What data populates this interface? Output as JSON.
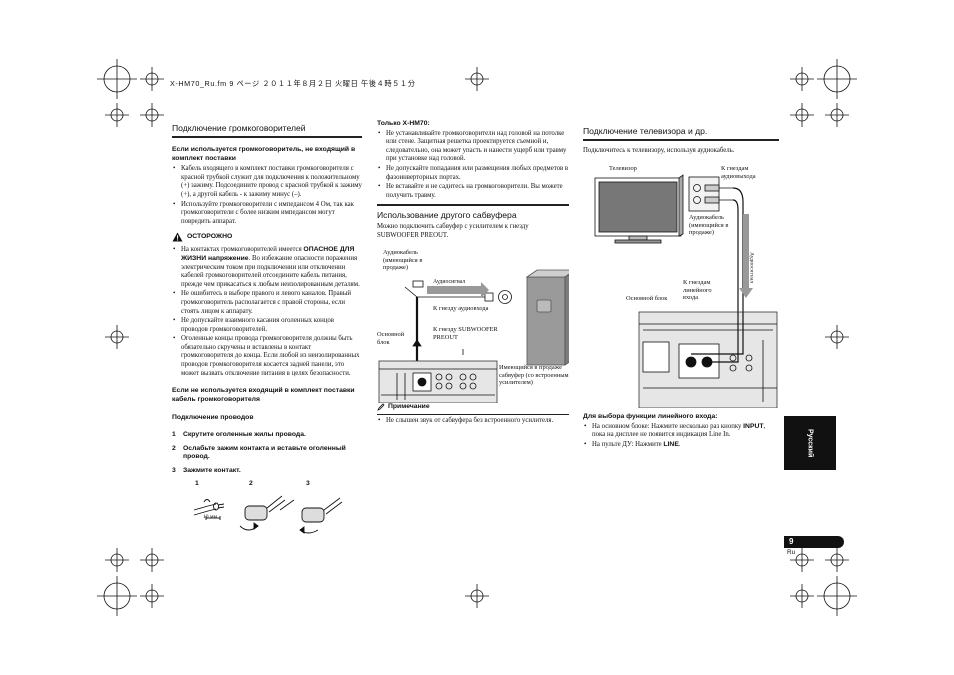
{
  "header": {
    "file_line": "X-HM70_Ru.fm  9 ページ  ２０１１年８月２日  火曜日  午後４時５１分"
  },
  "col1": {
    "title": "Подключение громкоговорителей",
    "sub1": "Если используется громкоговоритель, не входящий в комплект поставки",
    "sub1_items": [
      "Кабель входящего в комплект поставки громкоговорителя с красной трубкой служит для подключения к положительному (+) зажиму. Подсоедините провод с красной трубкой к зажиму (+), а другой кабель - к зажиму минус (–).",
      "Используйте громкоговорители с импедансом 4 Ом, так как громкоговорители с более низким импедансом могут повредить аппарат."
    ],
    "caution_label": "ОСТОРОЖНО",
    "caution_item1_pre": "На контактах громкоговорителей имеется ",
    "caution_item1_bold": "ОПАСНОЕ ДЛЯ ЖИЗНИ напряжение",
    "caution_item1_post": ". Во избежание опасности поражения электрическим током при подключении или отключении кабелей громкоговорителей отсоедините кабель питания, прежде чем прикасаться к любым неизолированным деталям.",
    "caution_items": [
      "Не ошибитесь в выборе правого и левого каналов. Правый громкоговоритель располагается с правой стороны, если стоять лицом к аппарату.",
      "Не допускайте взаимного касания оголенных концов проводов громкоговорителей.",
      "Оголенные концы провода громкоговорителя должны быть обязательно скручены и вставлены в контакт громкоговорителя до конца. Если любой из неизолированных проводов громкоговорителя косается задней панели, это может вызвать отключение питания в целях безопасности."
    ],
    "sub2": "Если не используется входящий в комплект поставки кабель громкоговорителя",
    "sub3": "Подключение проводов",
    "steps": [
      {
        "num": "1",
        "text": "Скрутите оголенные жилы провода."
      },
      {
        "num": "2",
        "text": "Ослабьте зажим контакта и вставьте оголенный провод."
      },
      {
        "num": "3",
        "text": "Зажмите контакт."
      }
    ],
    "fig_nums": [
      "1",
      "2",
      "3"
    ],
    "fig_mm": "10 мм"
  },
  "col2": {
    "only_label": "Только X-HM70:",
    "only_items": [
      "Не устанавливайте громкоговорители над головой на потолке или стене. Защитная решетка проектируется съемной и, следовательно, она может упасть и нанести ущерб или травму при установке над головой.",
      "Не допускайте попадания или размещения любых предметов в фазоинверторных портах.",
      "Не вставайте и не садитесь на громкоговорители. Вы можете получить травму."
    ],
    "title": "Использование другого сабвуфера",
    "intro": "Можно подключить сабвуфер с усилителем к гнезду SUBWOOFER PREOUT.",
    "diagram": {
      "audio_cable": "Аудиокабель (имеющийся в продаже)",
      "audio_signal": "Аудиосигнал",
      "to_audio_jack": "К гнезду аудиовхода",
      "to_sub_jack": "К гнезду SUBWOOFER PREOUT",
      "main_unit": "Основной блок",
      "powered_sub": "Имеющийся в продаже сабвуфер (со встроенным усилителем)"
    },
    "note_label": "Примечание",
    "note_items": [
      "Не слышен звук от сабвуфера без встроенного усилителя."
    ]
  },
  "col3": {
    "title": "Подключение телевизора и др.",
    "intro": "Подключитесь к телевизору, используя аудиокабель.",
    "diagram": {
      "tv": "Телевизор",
      "to_audio_out": "К гнездам аудиовыхода",
      "audio_cable": "Аудиокабель (имеющийся в продаже)",
      "audio_signal": "Аудиосигнал",
      "to_line_in": "К гнездам линейного входа",
      "main_unit": "Основной блок"
    },
    "line_title": "Для выбора функции линейного входа:",
    "line_item1_pre": "На основном блоке: Нажмите несколько раз кнопку ",
    "line_item1_bold": "INPUT",
    "line_item1_post": ", пока на дисплее не появится индикация Line In.",
    "line_item2_pre": "На пульте ДУ: Нажмите ",
    "line_item2_bold": "LINE",
    "line_item2_post": "."
  },
  "side_tab": "Русский",
  "page": {
    "number": "9",
    "lang": "Ru"
  }
}
